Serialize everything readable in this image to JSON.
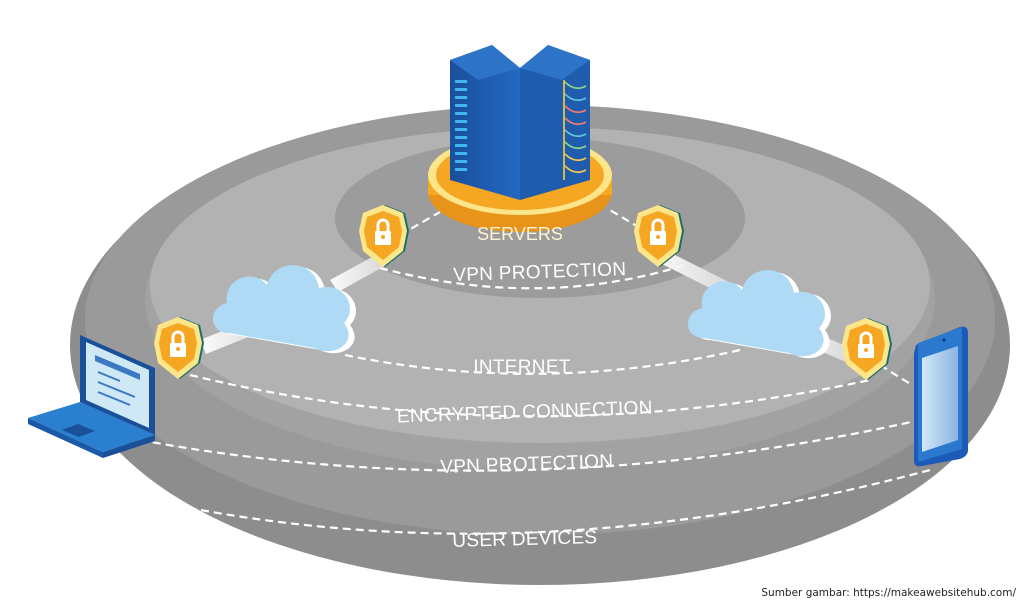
{
  "diagram": {
    "title": "VPN architecture diagram",
    "nodes": {
      "servers": {
        "label": "SERVERS",
        "icon": "server-rack-icon"
      },
      "left_cloud": {
        "icon": "cloud-icon"
      },
      "right_cloud": {
        "icon": "cloud-icon"
      },
      "laptop": {
        "icon": "laptop-icon"
      },
      "phone": {
        "icon": "smartphone-icon"
      },
      "shields": [
        {
          "icon": "lock-shield-icon",
          "position": "inner-left"
        },
        {
          "icon": "lock-shield-icon",
          "position": "inner-right"
        },
        {
          "icon": "lock-shield-icon",
          "position": "outer-left"
        },
        {
          "icon": "lock-shield-icon",
          "position": "outer-right"
        }
      ]
    },
    "rings": [
      {
        "label": "VPN PROTECTION",
        "level": "inner"
      },
      {
        "label": "INTERNET",
        "level": "middle"
      },
      {
        "label": "ENCRYPTED CONNECTION",
        "level": "middle"
      },
      {
        "label": "VPN PROTECTION",
        "level": "outer"
      },
      {
        "label": "USER DEVICES",
        "level": "outermost"
      }
    ],
    "colors": {
      "disc_outer": "#8f8f8f",
      "disc_mid": "#b2b2b2",
      "disc_inner": "#9c9c9c",
      "gold": "#f5a623",
      "gold_light": "#fde58a",
      "server_blue": "#1d5fb0",
      "cloud": "#aedaf5",
      "shield_teal": "#12706e"
    }
  },
  "caption": "Sumber gambar: https://makeawebsitehub.com/"
}
